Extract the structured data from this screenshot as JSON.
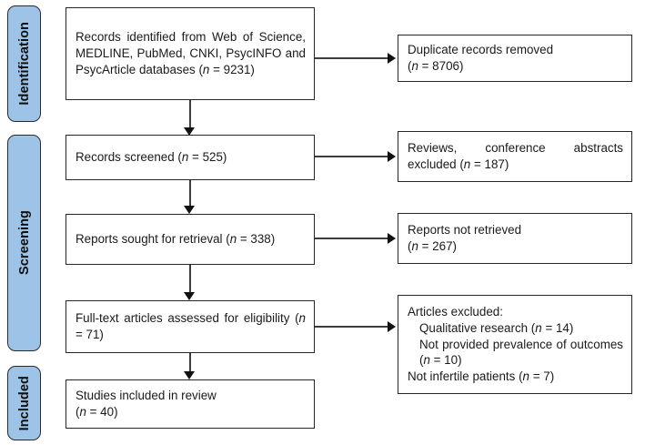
{
  "diagram": {
    "type": "prisma-flow-diagram",
    "accent_color": "#9dc3e6",
    "border_color": "#262626",
    "stages": [
      {
        "id": "identification",
        "label": "Identification"
      },
      {
        "id": "screening",
        "label": "Screening"
      },
      {
        "id": "included",
        "label": "Included"
      }
    ],
    "boxes": {
      "identified": {
        "text": "Records identified from Web of Science, MEDLINE, PubMed, CNKI, PsycINFO and PsycArticle databases (",
        "n_symbol": "n",
        "n_value": " = 9231)"
      },
      "duplicates": {
        "line1": "Duplicate records removed",
        "n_open": "(",
        "n_symbol": "n",
        "n_value": " = 8706)"
      },
      "screened": {
        "text": "Records screened (",
        "n_symbol": "n",
        "n_value": " = 525)"
      },
      "reviews_excluded": {
        "text": "Reviews, conference abstracts excluded (",
        "n_symbol": "n",
        "n_value": " = 187)"
      },
      "sought": {
        "text": "Reports sought for retrieval (",
        "n_symbol": "n",
        "n_value": " = 338)"
      },
      "not_retrieved": {
        "line1": "Reports not retrieved",
        "n_open": "(",
        "n_symbol": "n",
        "n_value": " = 267)"
      },
      "fulltext": {
        "text": "Full-text articles assessed for eligibility (",
        "n_symbol": "n",
        "n_value": " = 71)"
      },
      "articles_excluded": {
        "heading": "Articles excluded:",
        "item1_text": "Qualitative research (",
        "item1_n_symbol": "n",
        "item1_n_value": " = 14)",
        "item2_text": "Not provided prevalence of outcomes (",
        "item2_n_symbol": "n",
        "item2_n_value": " = 10)",
        "item3_text": "Not infertile patients (",
        "item3_n_symbol": "n",
        "item3_n_value": " = 7)"
      },
      "included": {
        "line1": "Studies included in review",
        "n_open": "(",
        "n_symbol": "n",
        "n_value": " = 40)"
      }
    }
  }
}
